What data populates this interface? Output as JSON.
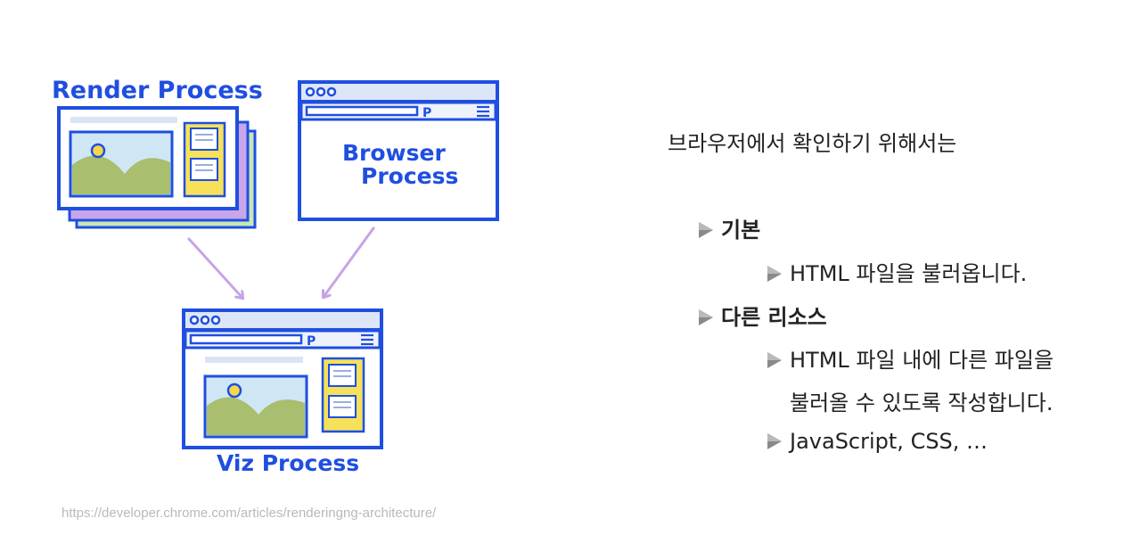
{
  "diagram": {
    "render_label": "Render Process",
    "browser_label_line1": "Browser",
    "browser_label_line2": "Process",
    "viz_label": "Viz Process",
    "source_url": "https://developer.chrome.com/articles/renderingng-architecture/",
    "colors": {
      "blue": "#1f4fe0",
      "frame_fill": "#ffffff",
      "sky": "#cfe7f5",
      "hill": "#a9be6e",
      "sun": "#f6d64a",
      "sidebar": "#f6e15a",
      "lilac": "#c9a6ec",
      "green_sheet": "#c9e7b5",
      "arrow": "#c6a4e6"
    }
  },
  "text_panel": {
    "intro": "브라우저에서 확인하기 위해서는",
    "items": [
      {
        "label": "기본",
        "sub": [
          "HTML 파일을 불러옵니다."
        ]
      },
      {
        "label": "다른 리소스",
        "sub": [
          "HTML 파일 내에 다른 파일을",
          "불러올 수 있도록 작성합니다.",
          "JavaScript, CSS, …"
        ]
      }
    ]
  }
}
